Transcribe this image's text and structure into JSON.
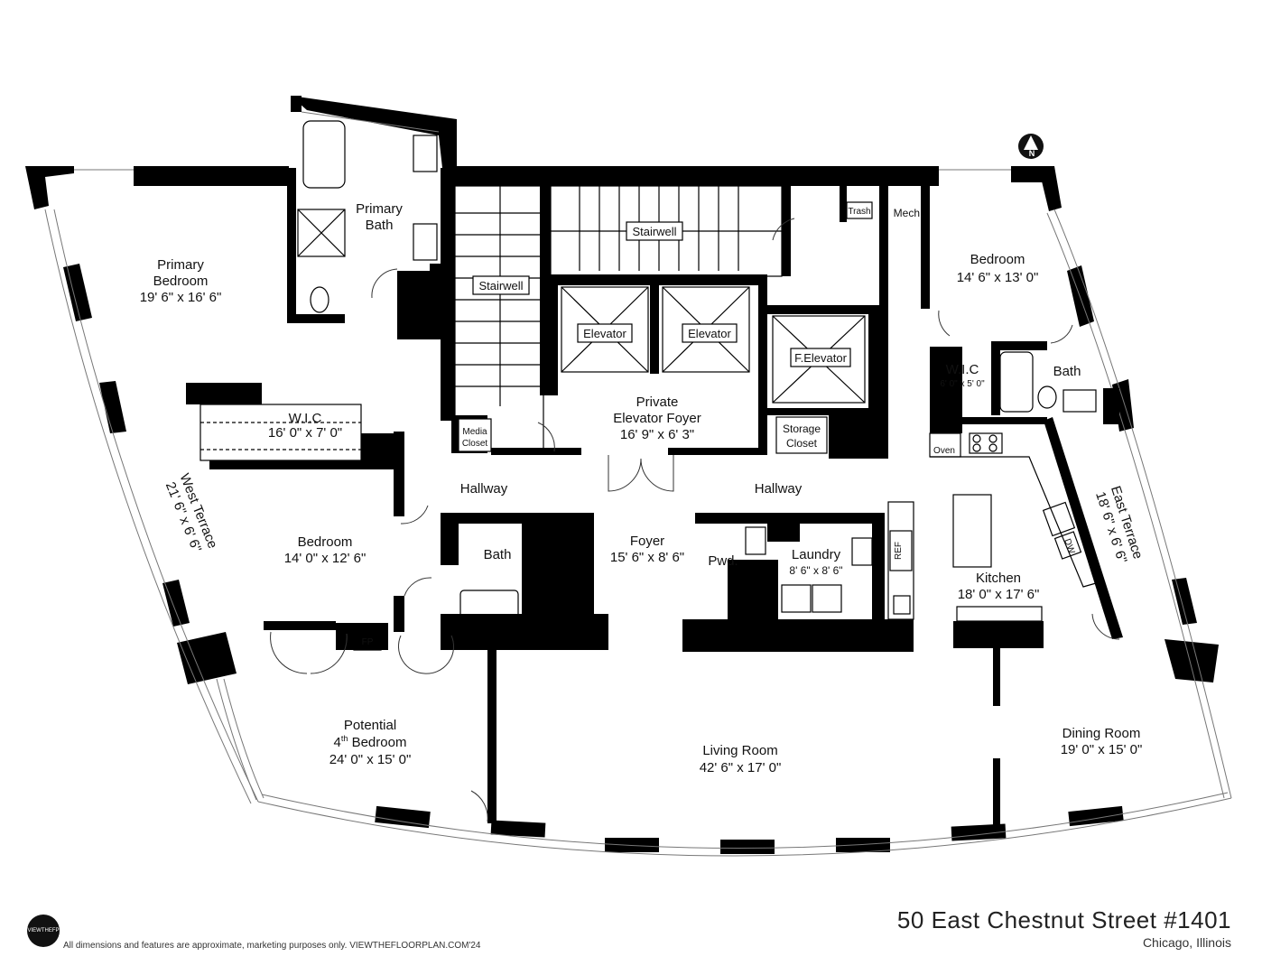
{
  "address": "50 East Chestnut Street #1401",
  "city": "Chicago, Illinois",
  "disclaimer": "All dimensions and features are approximate, marketing purposes only. VIEWTHEFLOORPLAN.COM'24",
  "logo_text": "VIEWTHEFP",
  "compass": "N",
  "rooms": {
    "primary_bedroom": {
      "name": "Primary Bedroom",
      "line1": "Primary",
      "line2": "Bedroom",
      "dims": "19' 6\" x 16' 6\""
    },
    "primary_bath": {
      "line1": "Primary",
      "line2": "Bath"
    },
    "wic_west": {
      "name": "W.I.C",
      "dims": "16' 0\" x 7' 0\""
    },
    "west_terrace": {
      "name": "West Terrace",
      "dims": "21' 6\" x 6' 6\""
    },
    "bedroom_west": {
      "name": "Bedroom",
      "dims": "14' 0\" x 12' 6\""
    },
    "potential_bedroom": {
      "line1": "Potential",
      "line2a": "4",
      "line2sup": "th",
      "line2b": " Bedroom",
      "dims": "24' 0\" x 15' 0\""
    },
    "bath_center": {
      "name": "Bath"
    },
    "foyer": {
      "name": "Foyer",
      "dims": "15' 6\" x 8' 6\""
    },
    "living_room": {
      "name": "Living Room",
      "dims": "42' 6\" x 17' 0\""
    },
    "hallway_left": {
      "name": "Hallway"
    },
    "hallway_right": {
      "name": "Hallway"
    },
    "stairwell_left": {
      "name": "Stairwell"
    },
    "stairwell_right": {
      "name": "Stairwell"
    },
    "elevator_1": {
      "name": "Elevator"
    },
    "elevator_2": {
      "name": "Elevator"
    },
    "f_elevator": {
      "name": "F.Elevator"
    },
    "private_foyer": {
      "line1": "Private",
      "line2": "Elevator Foyer",
      "dims": "16' 9\" x 6' 3\""
    },
    "media_closet": {
      "line1": "Media",
      "line2": "Closet"
    },
    "storage_closet": {
      "line1": "Storage",
      "line2": "Closet"
    },
    "trash": {
      "name": "Trash"
    },
    "mech": {
      "name": "Mech."
    },
    "bedroom_east": {
      "name": "Bedroom",
      "dims": "14' 6\" x 13' 0\""
    },
    "wic_east": {
      "name": "W.I.C",
      "dims": "6' 0\" x 5' 0\""
    },
    "bath_east": {
      "name": "Bath"
    },
    "pwd": {
      "name": "Pwd."
    },
    "laundry": {
      "name": "Laundry",
      "dims": "8' 6\" x 8' 6\""
    },
    "ref": {
      "name": "REF"
    },
    "oven": {
      "name": "Oven"
    },
    "dw": {
      "name": "DW"
    },
    "fp": {
      "name": "FP"
    },
    "kitchen": {
      "name": "Kitchen",
      "dims": "18' 0\" x 17' 6\""
    },
    "east_terrace": {
      "name": "East Terrace",
      "dims": "18' 6\" x 6' 6\""
    },
    "dining_room": {
      "name": "Dining Room",
      "dims": "19' 0\" x 15' 0\""
    }
  }
}
